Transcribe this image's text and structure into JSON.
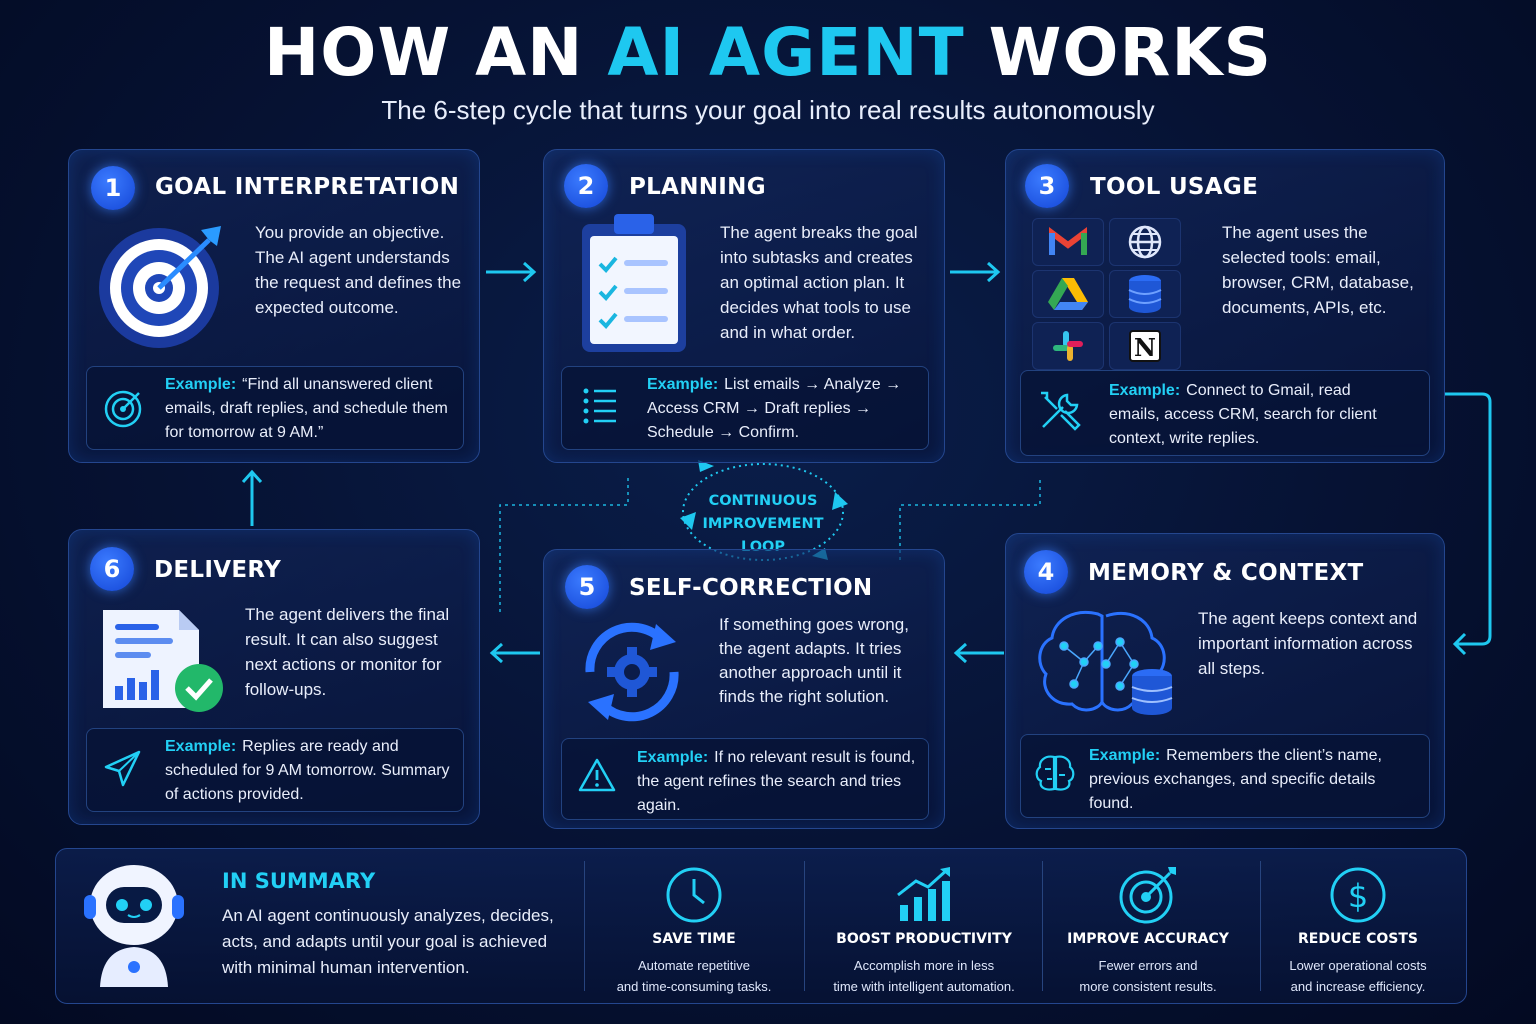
{
  "header": {
    "title_part1": "HOW AN ",
    "title_accent": "AI AGENT",
    "title_part2": " WORKS",
    "subtitle": "The 6-step cycle that turns your goal into real results autonomously"
  },
  "example_label": "Example:",
  "steps": [
    {
      "number": "1",
      "title": "GOAL INTERPRETATION",
      "description": "You provide an objective. The AI agent understands the request and defines the expected outcome.",
      "example": "“Find all unanswered client emails, draft replies, and schedule them for tomorrow at 9 AM.”"
    },
    {
      "number": "2",
      "title": "PLANNING",
      "description": "The agent breaks the goal into subtasks and creates an optimal action plan. It decides what tools to use and in what order.",
      "example": "List emails → Analyze → Access CRM → Draft replies → Schedule → Confirm."
    },
    {
      "number": "3",
      "title": "TOOL USAGE",
      "description": "The agent uses the selected tools: email, browser, CRM, database, documents, APIs, etc.",
      "example": "Connect to Gmail, read emails, access CRM, search for client context, write replies."
    },
    {
      "number": "4",
      "title": "MEMORY & CONTEXT",
      "description": "The agent keeps context and important information across all steps.",
      "example": "Remembers the client’s name, previous exchanges, and specific details found."
    },
    {
      "number": "5",
      "title": "SELF-CORRECTION",
      "description": "If something goes wrong, the agent adapts. It tries another approach until it finds the right solution.",
      "example": "If no relevant result is found, the agent refines the search and tries again."
    },
    {
      "number": "6",
      "title": "DELIVERY",
      "description": "The agent delivers the final result. It can also suggest next actions or monitor for follow-ups.",
      "example": "Replies are ready and scheduled for 9 AM tomorrow. Summary of actions provided."
    }
  ],
  "tools": [
    "gmail-icon",
    "browser-icon",
    "google-drive-icon",
    "database-icon",
    "slack-icon",
    "notion-icon"
  ],
  "loop_label": "CONTINUOUS IMPROVEMENT LOOP",
  "summary": {
    "title": "IN SUMMARY",
    "text": "An AI agent continuously analyzes, decides, acts, and adapts until your goal is achieved with minimal human intervention.",
    "benefits": [
      {
        "icon": "clock-icon",
        "title": "SAVE TIME",
        "line1": "Automate repetitive",
        "line2": "and time-consuming tasks."
      },
      {
        "icon": "growth-chart-icon",
        "title": "BOOST PRODUCTIVITY",
        "line1": "Accomplish more in less",
        "line2": "time with intelligent automation."
      },
      {
        "icon": "target-icon",
        "title": "IMPROVE ACCURACY",
        "line1": "Fewer errors and",
        "line2": "more consistent results."
      },
      {
        "icon": "dollar-icon",
        "title": "REDUCE COSTS",
        "line1": "Lower operational costs",
        "line2": "and increase efficiency."
      }
    ]
  },
  "colors": {
    "accent": "#1ec8f0",
    "step_blue": "#1f5cf0",
    "background": "#061233"
  }
}
